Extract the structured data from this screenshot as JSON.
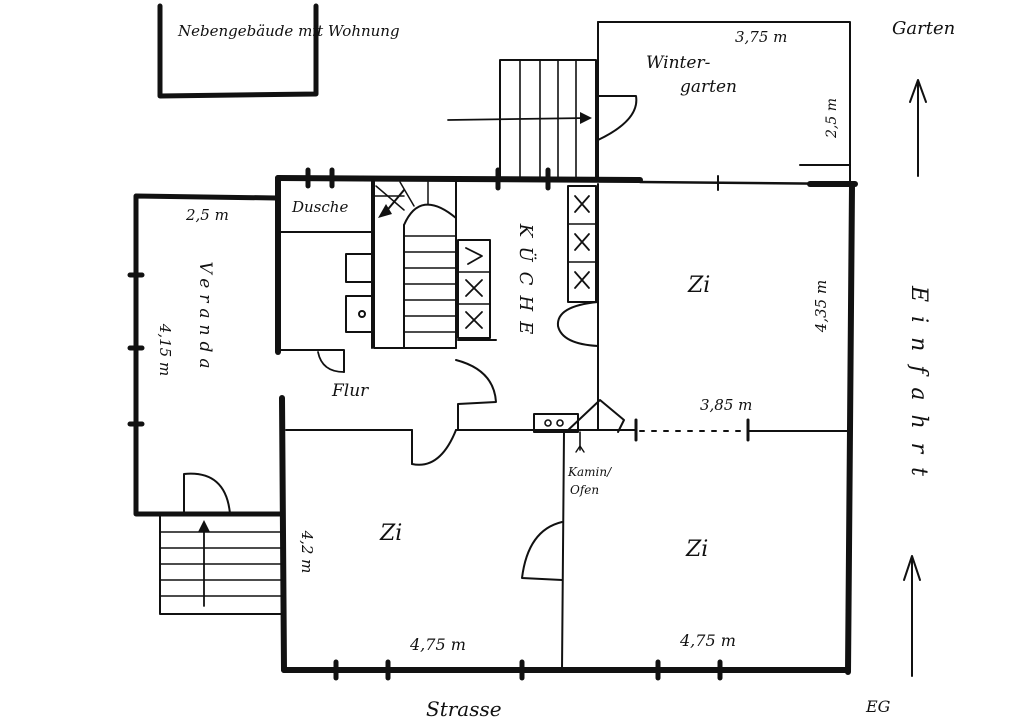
{
  "labels": {
    "annex": "Nebengebäude mit Wohnung",
    "garden": "Garten",
    "driveway": "Einfahrt",
    "street": "Strasse",
    "floor": "EG",
    "winter_garden_1": "Winter-",
    "winter_garden_2": "garten",
    "shower": "Dusche",
    "kitchen": "KÜCHE",
    "veranda": "Veranda",
    "hall": "Flur",
    "room": "Zi",
    "fireplace_1": "Kamin/",
    "fireplace_2": "Ofen"
  },
  "dimensions": {
    "winter_garden_width": "3,75 m",
    "winter_garden_depth": "2,5 m",
    "veranda_width": "2,5 m",
    "veranda_length": "4,15 m",
    "room_ne_depth": "4,35 m",
    "room_ne_width": "3,85 m",
    "room_sw_depth": "4,2 m",
    "room_sw_width": "4,75 m",
    "room_se_width": "4,75 m"
  },
  "colors": {
    "ink": "#111111",
    "paper": "#ffffff"
  }
}
